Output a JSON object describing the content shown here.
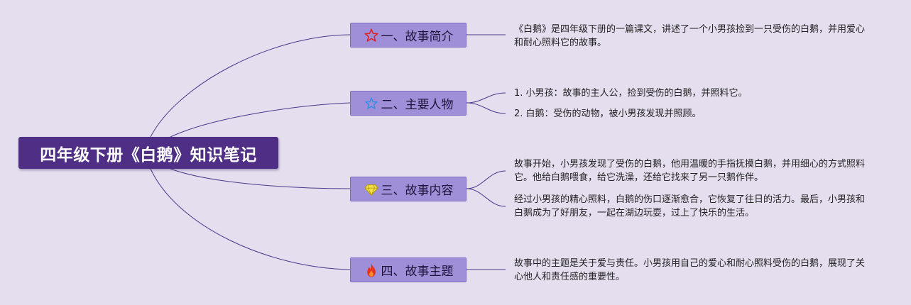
{
  "root": {
    "title": "四年级下册《白鹅》知识笔记",
    "background": "#4f2f85"
  },
  "branches": [
    {
      "icon": "red-star-icon",
      "label": "一、故事简介",
      "leaves": [
        "《白鹅》是四年级下册的一篇课文，讲述了一个小男孩捡到一只受伤的白鹅，并用爱心和耐心照料它的故事。"
      ]
    },
    {
      "icon": "blue-star-icon",
      "label": "二、主要人物",
      "leaves": [
        "1. 小男孩：故事的主人公，捡到受伤的白鹅，并照料它。",
        "2. 白鹅：受伤的动物，被小男孩发现并照顾。"
      ]
    },
    {
      "icon": "yellow-diamond-icon",
      "label": "三、故事内容",
      "leaves": [
        "故事开始，小男孩发现了受伤的白鹅，他用温暖的手指抚摸白鹅，并用细心的方式照料它。他给白鹅喂食，给它洗澡，还给它找来了另一只鹅作伴。",
        "经过小男孩的精心照料，白鹅的伤口逐渐愈合，它恢复了往日的活力。最后，小男孩和白鹅成为了好朋友，一起在湖边玩耍，过上了快乐的生活。"
      ]
    },
    {
      "icon": "red-flame-icon",
      "label": "四、故事主题",
      "leaves": [
        "故事中的主题是关于爱与责任。小男孩用自己的爱心和耐心照料受伤的白鹅，展现了关心他人和责任感的重要性。"
      ]
    }
  ],
  "colors": {
    "background": "#e4deef",
    "branch_fill": "#9f8fd8",
    "connector": "#4a3a8a"
  }
}
